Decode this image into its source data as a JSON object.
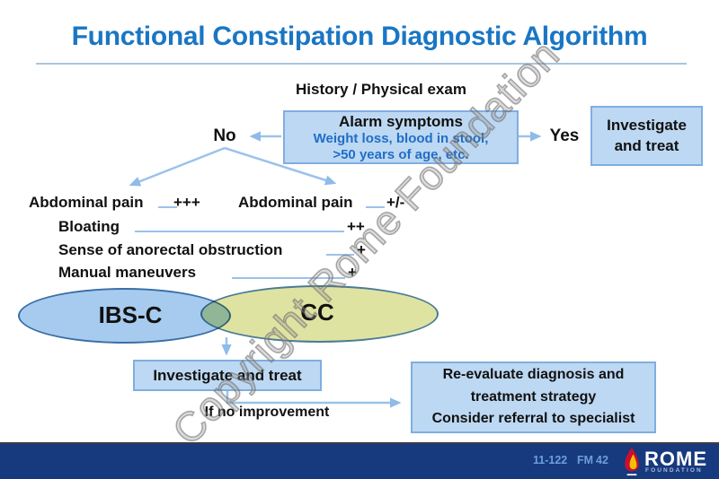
{
  "title": "Functional Constipation Diagnostic Algorithm",
  "watermark": "Copyright Rome Foundation",
  "flow": {
    "history_label": "History / Physical exam",
    "no_label": "No",
    "yes_label": "Yes",
    "alarm_box": {
      "title": "Alarm symptoms",
      "detail1": "Weight loss, blood in stool,",
      "detail2": ">50 years of age, etc."
    },
    "investigate_top": {
      "line1": "Investigate",
      "line2": "and treat"
    },
    "symptom_rows": [
      {
        "label": "Abdominal pain",
        "grade": "+++"
      },
      {
        "label": "Abdominal pain",
        "grade": "+/-"
      },
      {
        "label": "Bloating",
        "grade": "++"
      },
      {
        "label": "Sense of anorectal obstruction",
        "grade": "+"
      },
      {
        "label": "Manual maneuvers",
        "grade": "+"
      }
    ],
    "venn": {
      "left_label": "IBS-C",
      "right_label": "CC"
    },
    "investigate_bottom_label": "Investigate and treat",
    "if_no_improvement_label": "If no improvement",
    "reevaluate_box": {
      "line1": "Re-evaluate diagnosis and",
      "line2": "treatment strategy",
      "line3": "Consider referral to specialist"
    }
  },
  "footer": {
    "slide_code": "11-122",
    "program_code": "FM",
    "slide_number": "42",
    "logo": {
      "name": "ROME",
      "subtitle": "FOUNDATION"
    }
  },
  "colors": {
    "title_blue": "#1A76C4",
    "box_fill": "#BDD8F2",
    "box_border": "#7FAEE0",
    "connector_blue": "#9CC2EA",
    "alarm_text_blue": "#1F6EC8",
    "ellipse_blue": "#A6CBEE",
    "ellipse_yellow": "#DFE3A2",
    "footer_bar": "#17397E",
    "footer_text": "#6E9FDC",
    "flame_red": "#C8102E",
    "flame_yellow": "#F6BE00"
  }
}
